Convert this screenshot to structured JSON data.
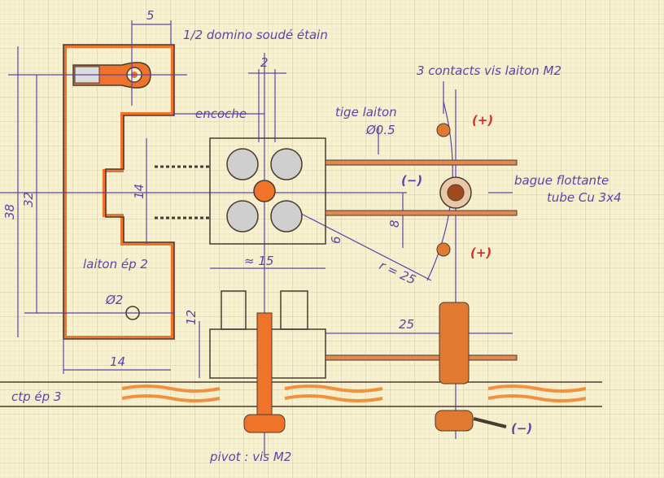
{
  "labels": {
    "dim_5": "5",
    "domino": "1/2 domino soudé étain",
    "dim_2": "2",
    "contacts": "3 contacts vis laiton M2",
    "encoche": "encoche",
    "tige_1": "tige laiton",
    "tige_2": "Ø0.5",
    "plus_top": "(+)",
    "minus_mid": "(−)",
    "bague_1": "bague flottante",
    "bague_2": "tube Cu 3x4",
    "dim_38": "38",
    "dim_32": "32",
    "dim_14_v": "14",
    "dim_8": "8",
    "dim_6": "6",
    "plus_bottom": "(+)",
    "dim_15": "≈ 15",
    "radius": "r = 25",
    "laiton": "laiton ép 2",
    "phi2": "Ø2",
    "dim_12": "12",
    "dim_25": "25",
    "dim_14_h": "14",
    "ctp": "ctp ép 3",
    "minus_bottom": "(−)",
    "pivot": "pivot : vis M2"
  },
  "colors": {
    "ink": "#5b45a8",
    "brass": "#f0732a",
    "polarity": "#d2322a",
    "paper": "#f7f1cf"
  }
}
